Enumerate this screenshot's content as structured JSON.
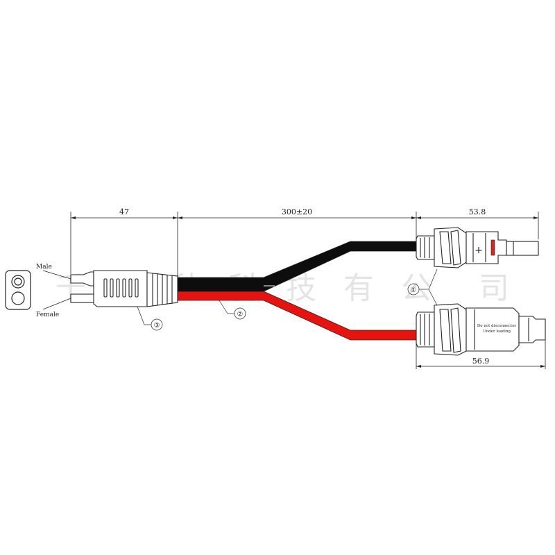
{
  "dimensions": {
    "sae_length": "47",
    "cable_length": "300±20",
    "male_mc4_length": "53.8",
    "female_mc4_length": "56.9"
  },
  "end_view": {
    "male_label": "Male",
    "female_label": "Female"
  },
  "callouts": {
    "mc4_connector": "①",
    "cable": "②",
    "sae_connector": "③"
  },
  "connector_text": {
    "plus_sign": "+",
    "warning_line1": "Do not disconnector",
    "warning_line2": "Under loading"
  },
  "watermark": {
    "c1": "千",
    "c2": "可",
    "c3": "秋",
    "c4": "科",
    "c5": "技",
    "c6": "有",
    "c7": "公",
    "c8": "司"
  },
  "colors": {
    "black_wire": "#0d0d0d",
    "red_wire": "#e8130f",
    "outline": "#222222",
    "seal_ring": "#d9251c"
  }
}
